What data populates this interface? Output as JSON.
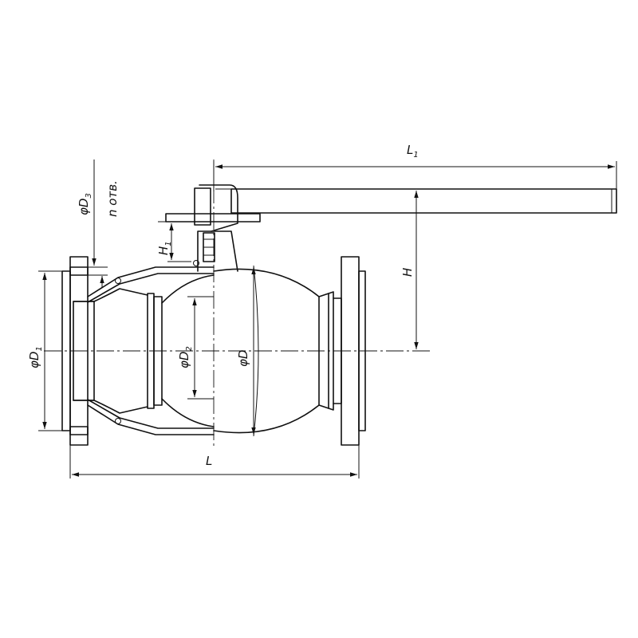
{
  "labels": {
    "l1": {
      "main": "L",
      "sub": "1"
    },
    "l": {
      "main": "L"
    },
    "h": {
      "main": "H"
    },
    "h1": {
      "main": "H",
      "sub": "1"
    },
    "d1": {
      "main": "φD",
      "sub": "1"
    },
    "d2": {
      "main": "φD",
      "sub": "2"
    },
    "d": {
      "main": "φD"
    },
    "d3": {
      "main": "φD",
      "sub": "3"
    },
    "holes": "n отв."
  }
}
